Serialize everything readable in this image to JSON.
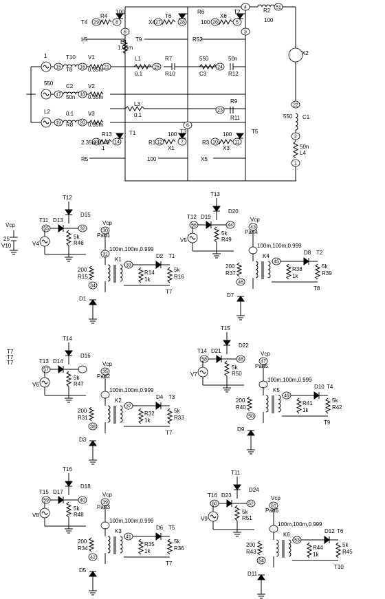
{
  "power_stage": {
    "labels": [
      "T4",
      "R4",
      "100",
      "X4",
      "T6",
      "R6",
      "100",
      "X6",
      "T2",
      "R2",
      "100",
      "X2",
      "L5",
      "1.65m",
      "E1",
      "T9",
      "R52",
      "1",
      "T10",
      "T8",
      "V1",
      "0.35m",
      "L1",
      "0.1",
      "R7",
      "R10",
      "550",
      "C3",
      "50n",
      "R12",
      "550",
      "C2",
      "50n",
      "V2",
      "0.35m",
      "L2",
      "0.1",
      "R8",
      "V3",
      "0.35m",
      "L3",
      "0.1",
      "R9",
      "R11",
      "550",
      "C1",
      "50n",
      "L4",
      "2.35m IC=0",
      "R13",
      "1",
      "T1",
      "R1",
      "100",
      "X1",
      "T3",
      "R3",
      "100",
      "X3",
      "T5",
      "R5",
      "100",
      "X5",
      "T7",
      "T7",
      "T7"
    ],
    "nodes": [
      "29",
      "8",
      "6",
      "27",
      "28",
      "25",
      "26",
      "5",
      "3",
      "4",
      "51",
      "15",
      "16",
      "21",
      "25",
      "24",
      "17",
      "18",
      "22",
      "19",
      "20",
      "23",
      "13",
      "14",
      "12",
      "7",
      "10",
      "11",
      "9",
      "2",
      "1"
    ]
  },
  "drivers": [
    {
      "part": "Part1",
      "t_top": "T12",
      "d_top": "D15",
      "t_in": "T11",
      "d_in": "D13",
      "n_in": "55",
      "n_out": "32",
      "r_bias": "5k",
      "r_bias_name": "R46",
      "src": "V4",
      "vcc": "Vcp",
      "n_vcc": "30",
      "n_sw": "31",
      "n_gate": "34",
      "k": "K1",
      "k_params": "100m,100m,0.999",
      "r_g": "200",
      "r_g_name": "R15",
      "d_g": "D1",
      "n_sec": "33",
      "d_o": "D2",
      "t_o": "T1",
      "r_s": "R14",
      "r_s_val": "1k",
      "r_o": "5k",
      "r_o_name": "R16",
      "t_ret": "T7"
    },
    {
      "part": "Part4",
      "t_top": "T13",
      "d_top": "D20",
      "t_in": "T12",
      "d_in": "D19",
      "n_in": "56",
      "n_out": "44",
      "r_bias": "5k",
      "r_bias_name": "R49",
      "src": "V5",
      "vcc": "Vcp",
      "n_vcc": "43",
      "n_sw": "",
      "n_gate": "46",
      "k": "K4",
      "k_params": "100m,100m,0.999",
      "r_g": "200",
      "r_g_name": "R37",
      "d_g": "D7",
      "n_sec": "45",
      "d_o": "D8",
      "t_o": "T2",
      "r_s": "R38",
      "r_s_val": "1k",
      "r_o": "5k",
      "r_o_name": "R39",
      "t_ret": "T8"
    },
    {
      "part": "Part2",
      "t_top": "T14",
      "d_top": "D16",
      "t_in": "T13",
      "d_in": "D14",
      "n_in": "57",
      "n_out": "",
      "r_bias": "5k",
      "r_bias_name": "R47",
      "src": "V6",
      "vcc": "Vcp",
      "n_vcc": "35",
      "n_sw": "",
      "n_gate": "38",
      "k": "K2",
      "k_params": "100m,100m,0.999",
      "r_g": "200",
      "r_g_name": "R31",
      "d_g": "D3",
      "n_sec": "37",
      "d_o": "D4",
      "t_o": "T3",
      "r_s": "R32",
      "r_s_val": "1k",
      "r_o": "5k",
      "r_o_name": "R33",
      "t_ret": "T7"
    },
    {
      "part": "Part5",
      "t_top": "T15",
      "d_top": "D22",
      "t_in": "T14",
      "d_in": "D21",
      "n_in": "58",
      "n_out": "48",
      "r_bias": "5k",
      "r_bias_name": "R50",
      "src": "V7",
      "vcc": "Vcp",
      "n_vcc": "47",
      "n_sw": "",
      "n_gate": "50",
      "k": "K5",
      "k_params": "100m,100m,0.999",
      "r_g": "200",
      "r_g_name": "R40",
      "d_g": "D9",
      "n_sec": "49",
      "d_o": "D10",
      "t_o": "T4",
      "r_s": "R41",
      "r_s_val": "1k",
      "r_o": "5k",
      "r_o_name": "R42",
      "t_ret": "T9"
    },
    {
      "part": "Part3",
      "t_top": "T16",
      "d_top": "D18",
      "t_in": "T15",
      "d_in": "D17",
      "n_in": "59",
      "n_out": "40",
      "r_bias": "5k",
      "r_bias_name": "R48",
      "src": "V8",
      "vcc": "Vcp",
      "n_vcc": "39",
      "n_sw": "",
      "n_gate": "42",
      "k": "K3",
      "k_params": "100m,100m,0.999",
      "r_g": "200",
      "r_g_name": "R34",
      "d_g": "D5",
      "n_sec": "41",
      "d_o": "D6",
      "t_o": "T5",
      "r_s": "R35",
      "r_s_val": "1k",
      "r_o": "5k",
      "r_o_name": "R36",
      "t_ret": "T7"
    },
    {
      "part": "Part6",
      "t_top": "T11",
      "d_top": "D24",
      "t_in": "T16",
      "d_in": "D23",
      "n_in": "60",
      "n_out": "52",
      "r_bias": "5k",
      "r_bias_name": "R51",
      "src": "V9",
      "vcc": "Vcp",
      "n_vcc": "51",
      "n_sw": "",
      "n_gate": "54",
      "k": "K6",
      "k_params": "100m,100m,0.999",
      "r_g": "200",
      "r_g_name": "R43",
      "d_g": "D11",
      "n_sec": "53",
      "d_o": "D12",
      "t_o": "T6",
      "r_s": "R44",
      "r_s_val": "1k",
      "r_o": "5k",
      "r_o_name": "R45",
      "t_ret": "T10"
    }
  ],
  "supply": {
    "name": "Vcp",
    "value": "25",
    "ref": "V10"
  }
}
